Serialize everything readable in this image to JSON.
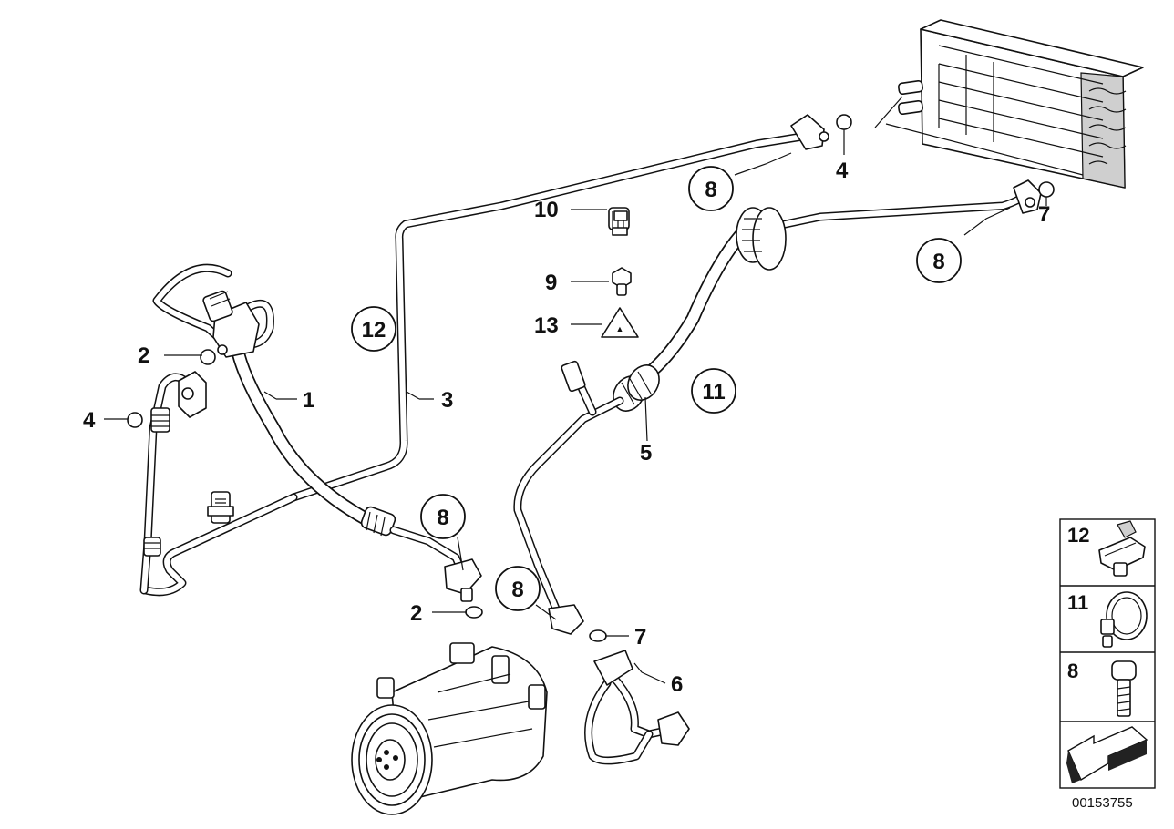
{
  "diagram": {
    "callouts": {
      "l1": "1",
      "l2a": "2",
      "l2b": "2",
      "l3": "3",
      "l4a": "4",
      "l4b": "4",
      "l5": "5",
      "l6": "6",
      "l7a": "7",
      "l7b": "7",
      "l8a": "8",
      "l8b": "8",
      "l8c": "8",
      "l8d": "8",
      "l9": "9",
      "l10": "10",
      "l11": "11",
      "l12": "12",
      "l13": "13"
    },
    "legend": [
      {
        "label": "12"
      },
      {
        "label": "11"
      },
      {
        "label": "8"
      }
    ],
    "image_id": "00153755"
  }
}
